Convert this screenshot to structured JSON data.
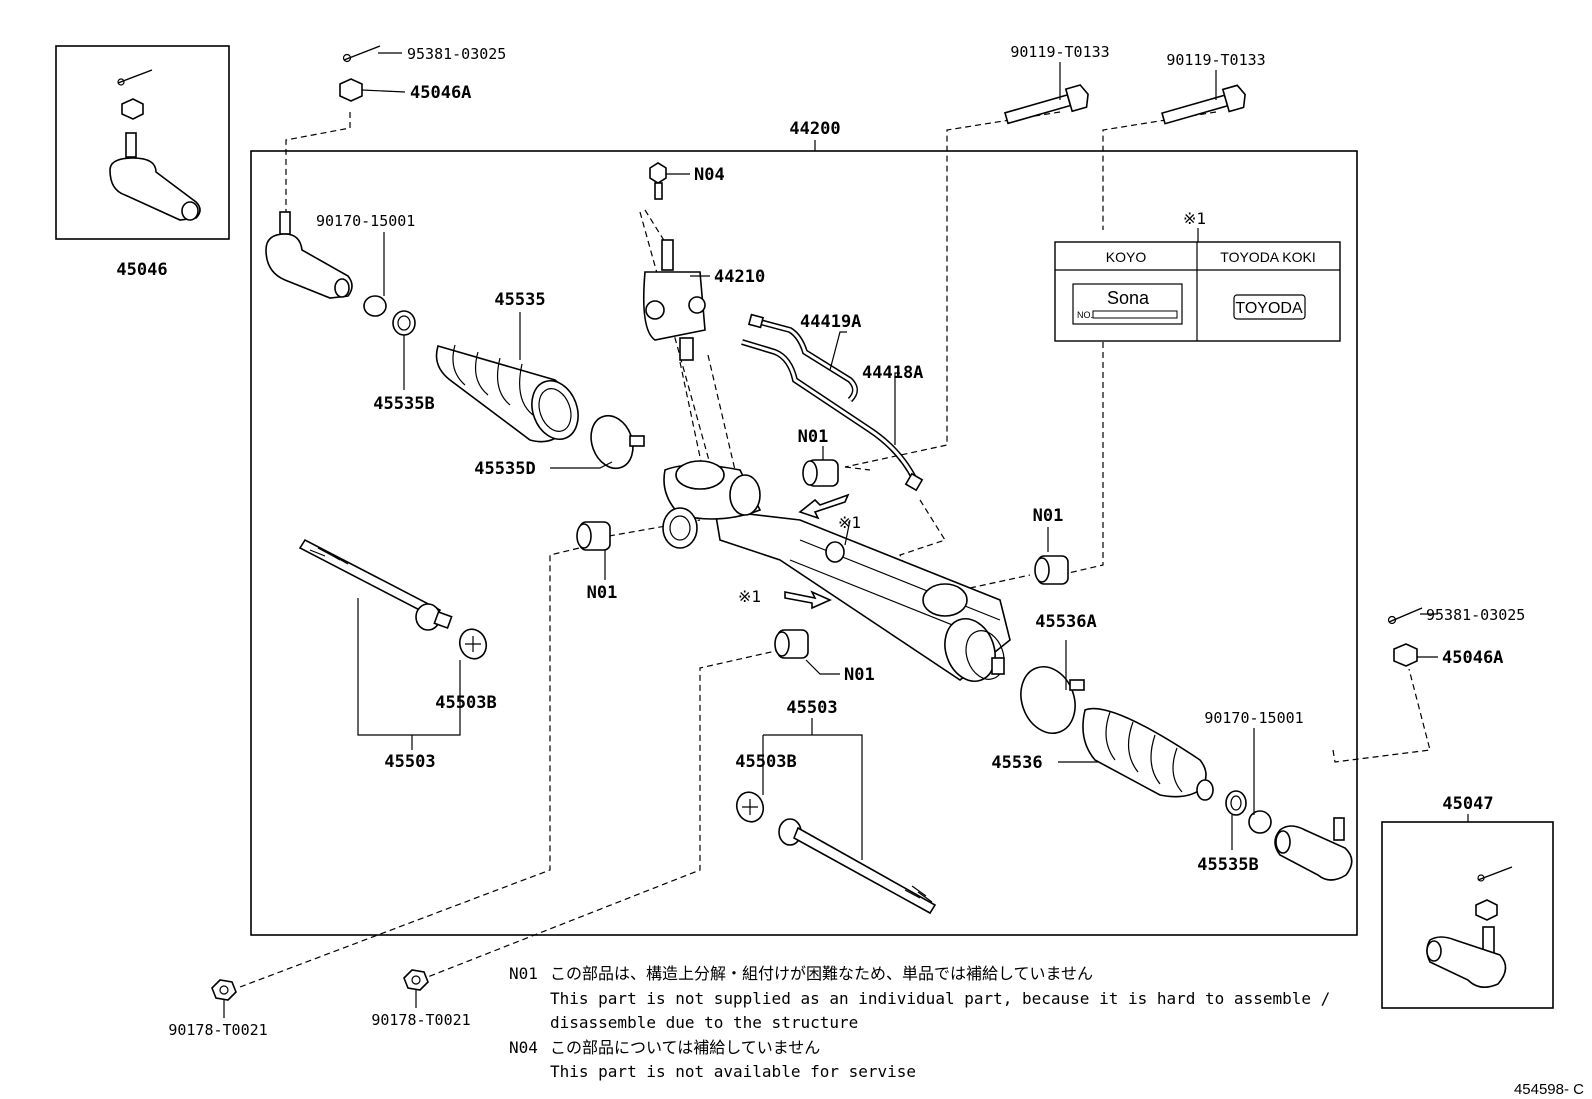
{
  "labels": {
    "assembly": "44200",
    "tie_end_left_box": "45046",
    "tie_end_right_box": "45047",
    "cotter_pin_top": "95381-03025",
    "nut_top": "45046A",
    "cotter_pin_right": "95381-03025",
    "nut_right": "45046A",
    "bolt_1": "90119-T0133",
    "bolt_2": "90119-T0133",
    "n04": "N04",
    "valve": "44210",
    "pipe_a": "44419A",
    "pipe_b": "44418A",
    "nut_left": "90170-15001",
    "boot_left": "45535",
    "clip_left": "45535B",
    "clamp_left": "45535D",
    "n01_top": "N01",
    "n01_left": "N01",
    "n01_right": "N01",
    "n01_center": "N01",
    "ref_mark_1": "※1",
    "ref_mark_2": "※1",
    "table_mark": "※1",
    "rod_left_washer": "45503B",
    "rod_left": "45503",
    "rod_center": "45503",
    "rod_center_washer": "45503B",
    "clamp_right": "45536A",
    "boot_right": "45536",
    "nut_right_end": "90170-15001",
    "clip_right": "45535B",
    "bolt_bottom_1": "90178-T0021",
    "bolt_bottom_2": "90178-T0021",
    "diagram_id": "454598- C"
  },
  "table": {
    "col1": "KOYO",
    "col2": "TOYODA KOKI",
    "plate1_text": "Sona",
    "plate1_prefix": "NO.",
    "plate2_text": "TOYODA"
  },
  "notes": {
    "n01_code": "N01",
    "n01_jp": "この部品は、構造上分解・組付けが困難なため、単品では補給していません",
    "n01_en_1": "This part is not supplied as an individual part, because it is hard to assemble /",
    "n01_en_2": "disassemble due to the structure",
    "n04_code": "N04",
    "n04_jp": "この部品については補給していません",
    "n04_en": "This part is not available for servise"
  }
}
